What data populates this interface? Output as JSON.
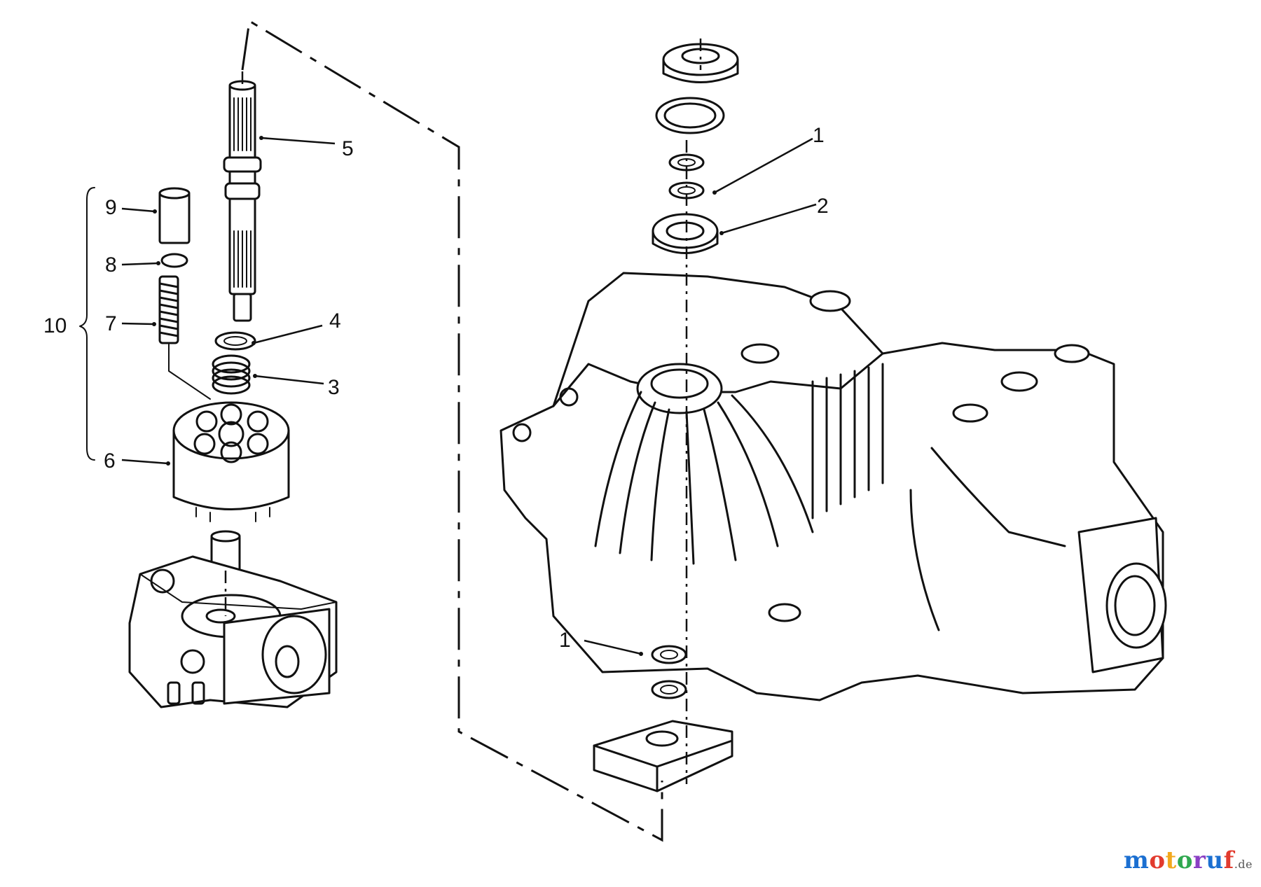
{
  "callouts": {
    "c1a": "1",
    "c1b": "1",
    "c2": "2",
    "c3": "3",
    "c4": "4",
    "c5": "5",
    "c6": "6",
    "c7": "7",
    "c8": "8",
    "c9": "9",
    "c10": "10"
  },
  "watermark": {
    "letters": [
      "m",
      "o",
      "t",
      "o",
      "r",
      "u",
      "f"
    ],
    "colors": [
      "#1b6fd1",
      "#e23b2e",
      "#f2a81d",
      "#2fa84f",
      "#8a3fc4",
      "#1b6fd1",
      "#e23b2e"
    ],
    "suffix": ".de"
  }
}
